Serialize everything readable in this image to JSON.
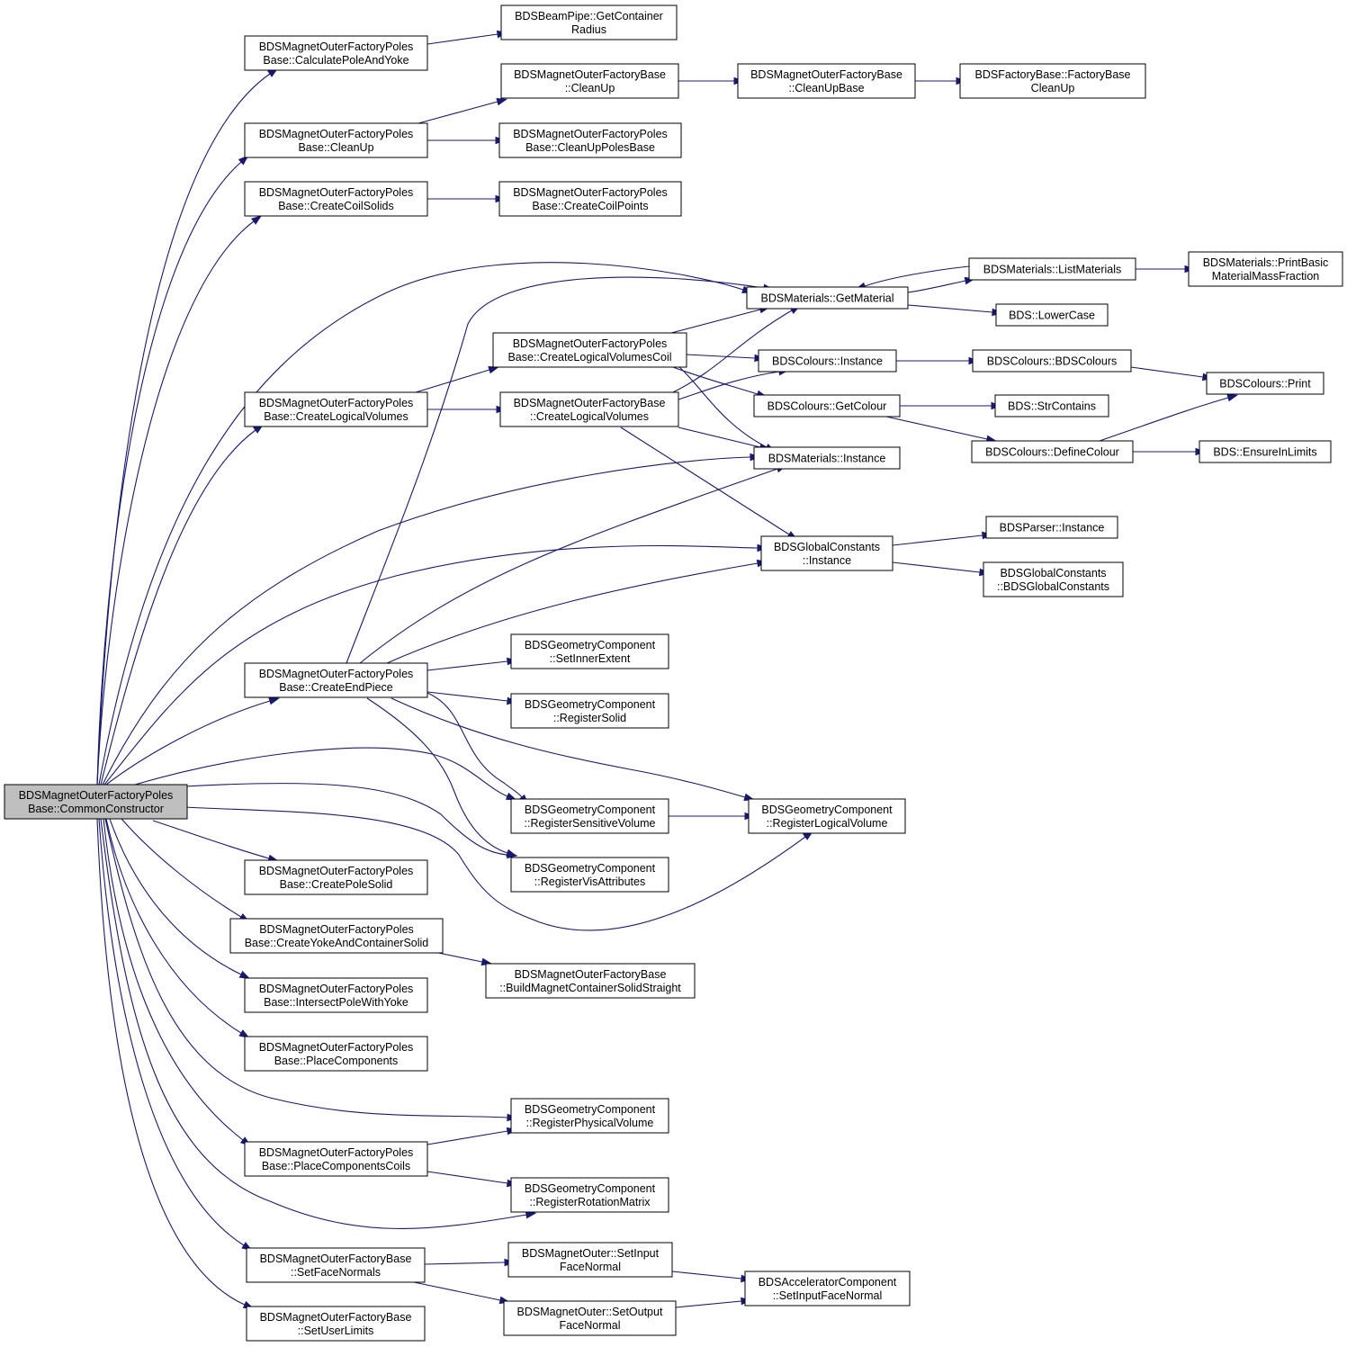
{
  "graph": {
    "edge_color": "#191970",
    "root_fill": "#bfbfbf",
    "nodes": [
      {
        "id": "root",
        "lines": [
          "BDSMagnetOuterFactoryPoles",
          "Base::CommonConstructor"
        ],
        "root": true
      },
      {
        "id": "calcPole",
        "lines": [
          "BDSMagnetOuterFactoryPoles",
          "Base::CalculatePoleAndYoke"
        ]
      },
      {
        "id": "bpGet",
        "lines": [
          "BDSBeamPipe::GetContainer",
          "Radius"
        ]
      },
      {
        "id": "pCleanUp",
        "lines": [
          "BDSMagnetOuterFactoryPoles",
          "Base::CleanUp"
        ]
      },
      {
        "id": "bCleanUp",
        "lines": [
          "BDSMagnetOuterFactoryBase",
          "::CleanUp"
        ]
      },
      {
        "id": "bCleanUpBase",
        "lines": [
          "BDSMagnetOuterFactoryBase",
          "::CleanUpBase"
        ]
      },
      {
        "id": "fbCleanUp",
        "lines": [
          "BDSFactoryBase::FactoryBase",
          "CleanUp"
        ]
      },
      {
        "id": "cleanPoles",
        "lines": [
          "BDSMagnetOuterFactoryPoles",
          "Base::CleanUpPolesBase"
        ]
      },
      {
        "id": "coilSolids",
        "lines": [
          "BDSMagnetOuterFactoryPoles",
          "Base::CreateCoilSolids"
        ]
      },
      {
        "id": "coilPoints",
        "lines": [
          "BDSMagnetOuterFactoryPoles",
          "Base::CreateCoilPoints"
        ]
      },
      {
        "id": "listMat",
        "lines": [
          "BDSMaterials::ListMaterials"
        ]
      },
      {
        "id": "printBasic",
        "lines": [
          "BDSMaterials::PrintBasic",
          "MaterialMassFraction"
        ]
      },
      {
        "id": "getMat",
        "lines": [
          "BDSMaterials::GetMaterial"
        ]
      },
      {
        "id": "lowerCase",
        "lines": [
          "BDS::LowerCase"
        ]
      },
      {
        "id": "lvCoil",
        "lines": [
          "BDSMagnetOuterFactoryPoles",
          "Base::CreateLogicalVolumesCoil"
        ]
      },
      {
        "id": "colInst",
        "lines": [
          "BDSColours::Instance"
        ]
      },
      {
        "id": "bdsColours",
        "lines": [
          "BDSColours::BDSColours"
        ]
      },
      {
        "id": "colPrint",
        "lines": [
          "BDSColours::Print"
        ]
      },
      {
        "id": "pLV",
        "lines": [
          "BDSMagnetOuterFactoryPoles",
          "Base::CreateLogicalVolumes"
        ]
      },
      {
        "id": "bLV",
        "lines": [
          "BDSMagnetOuterFactoryBase",
          "::CreateLogicalVolumes"
        ]
      },
      {
        "id": "getColour",
        "lines": [
          "BDSColours::GetColour"
        ]
      },
      {
        "id": "strContains",
        "lines": [
          "BDS::StrContains"
        ]
      },
      {
        "id": "matInst",
        "lines": [
          "BDSMaterials::Instance"
        ]
      },
      {
        "id": "defColour",
        "lines": [
          "BDSColours::DefineColour"
        ]
      },
      {
        "id": "ensure",
        "lines": [
          "BDS::EnsureInLimits"
        ]
      },
      {
        "id": "parserInst",
        "lines": [
          "BDSParser::Instance"
        ]
      },
      {
        "id": "gcInst",
        "lines": [
          "BDSGlobalConstants",
          "::Instance"
        ]
      },
      {
        "id": "gcCtor",
        "lines": [
          "BDSGlobalConstants",
          "::BDSGlobalConstants"
        ]
      },
      {
        "id": "setInner",
        "lines": [
          "BDSGeometryComponent",
          "::SetInnerExtent"
        ]
      },
      {
        "id": "endPiece",
        "lines": [
          "BDSMagnetOuterFactoryPoles",
          "Base::CreateEndPiece"
        ]
      },
      {
        "id": "regSolid",
        "lines": [
          "BDSGeometryComponent",
          "::RegisterSolid"
        ]
      },
      {
        "id": "regSens",
        "lines": [
          "BDSGeometryComponent",
          "::RegisterSensitiveVolume"
        ]
      },
      {
        "id": "regLog",
        "lines": [
          "BDSGeometryComponent",
          "::RegisterLogicalVolume"
        ]
      },
      {
        "id": "poleSolid",
        "lines": [
          "BDSMagnetOuterFactoryPoles",
          "Base::CreatePoleSolid"
        ]
      },
      {
        "id": "regVis",
        "lines": [
          "BDSGeometryComponent",
          "::RegisterVisAttributes"
        ]
      },
      {
        "id": "yokeCont",
        "lines": [
          "BDSMagnetOuterFactoryPoles",
          "Base::CreateYokeAndContainerSolid"
        ]
      },
      {
        "id": "buildCont",
        "lines": [
          "BDSMagnetOuterFactoryBase",
          "::BuildMagnetContainerSolidStraight"
        ]
      },
      {
        "id": "intersect",
        "lines": [
          "BDSMagnetOuterFactoryPoles",
          "Base::IntersectPoleWithYoke"
        ]
      },
      {
        "id": "placeComp",
        "lines": [
          "BDSMagnetOuterFactoryPoles",
          "Base::PlaceComponents"
        ]
      },
      {
        "id": "regPhys",
        "lines": [
          "BDSGeometryComponent",
          "::RegisterPhysicalVolume"
        ]
      },
      {
        "id": "placeCoils",
        "lines": [
          "BDSMagnetOuterFactoryPoles",
          "Base::PlaceComponentsCoils"
        ]
      },
      {
        "id": "regRot",
        "lines": [
          "BDSGeometryComponent",
          "::RegisterRotationMatrix"
        ]
      },
      {
        "id": "setInputFN",
        "lines": [
          "BDSMagnetOuter::SetInput",
          "FaceNormal"
        ]
      },
      {
        "id": "faceNormals",
        "lines": [
          "BDSMagnetOuterFactoryBase",
          "::SetFaceNormals"
        ]
      },
      {
        "id": "accSetInput",
        "lines": [
          "BDSAcceleratorComponent",
          "::SetInputFaceNormal"
        ]
      },
      {
        "id": "setOutputFN",
        "lines": [
          "BDSMagnetOuter::SetOutput",
          "FaceNormal"
        ]
      },
      {
        "id": "userLimits",
        "lines": [
          "BDSMagnetOuterFactoryBase",
          "::SetUserLimits"
        ]
      }
    ],
    "edges": [
      [
        "root",
        "calcPole"
      ],
      [
        "root",
        "pCleanUp"
      ],
      [
        "root",
        "coilSolids"
      ],
      [
        "root",
        "getMat"
      ],
      [
        "root",
        "pLV"
      ],
      [
        "root",
        "matInst"
      ],
      [
        "root",
        "gcInst"
      ],
      [
        "root",
        "endPiece"
      ],
      [
        "root",
        "regSens"
      ],
      [
        "root",
        "regVis"
      ],
      [
        "root",
        "regLog"
      ],
      [
        "root",
        "poleSolid"
      ],
      [
        "root",
        "yokeCont"
      ],
      [
        "root",
        "intersect"
      ],
      [
        "root",
        "placeComp"
      ],
      [
        "root",
        "regPhys"
      ],
      [
        "root",
        "placeCoils"
      ],
      [
        "root",
        "regRot"
      ],
      [
        "root",
        "faceNormals"
      ],
      [
        "root",
        "userLimits"
      ],
      [
        "calcPole",
        "bpGet"
      ],
      [
        "pCleanUp",
        "bCleanUp"
      ],
      [
        "pCleanUp",
        "cleanPoles"
      ],
      [
        "bCleanUp",
        "bCleanUpBase"
      ],
      [
        "bCleanUpBase",
        "fbCleanUp"
      ],
      [
        "coilSolids",
        "coilPoints"
      ],
      [
        "getMat",
        "listMat"
      ],
      [
        "getMat",
        "lowerCase"
      ],
      [
        "listMat",
        "getMat"
      ],
      [
        "listMat",
        "printBasic"
      ],
      [
        "pLV",
        "lvCoil"
      ],
      [
        "pLV",
        "bLV"
      ],
      [
        "lvCoil",
        "getMat"
      ],
      [
        "lvCoil",
        "colInst"
      ],
      [
        "lvCoil",
        "getColour"
      ],
      [
        "lvCoil",
        "matInst"
      ],
      [
        "bLV",
        "getMat"
      ],
      [
        "bLV",
        "colInst"
      ],
      [
        "bLV",
        "matInst"
      ],
      [
        "bLV",
        "gcInst"
      ],
      [
        "colInst",
        "bdsColours"
      ],
      [
        "bdsColours",
        "colPrint"
      ],
      [
        "getColour",
        "strContains"
      ],
      [
        "getColour",
        "defColour"
      ],
      [
        "defColour",
        "colPrint"
      ],
      [
        "defColour",
        "ensure"
      ],
      [
        "gcInst",
        "parserInst"
      ],
      [
        "gcInst",
        "gcCtor"
      ],
      [
        "endPiece",
        "getMat"
      ],
      [
        "endPiece",
        "matInst"
      ],
      [
        "endPiece",
        "gcInst"
      ],
      [
        "endPiece",
        "setInner"
      ],
      [
        "endPiece",
        "regSolid"
      ],
      [
        "endPiece",
        "regSens"
      ],
      [
        "endPiece",
        "regVis"
      ],
      [
        "endPiece",
        "regLog"
      ],
      [
        "regSens",
        "regLog"
      ],
      [
        "yokeCont",
        "buildCont"
      ],
      [
        "placeCoils",
        "regPhys"
      ],
      [
        "placeCoils",
        "regRot"
      ],
      [
        "faceNormals",
        "setInputFN"
      ],
      [
        "faceNormals",
        "setOutputFN"
      ],
      [
        "setInputFN",
        "accSetInput"
      ],
      [
        "setOutputFN",
        "accSetInput"
      ]
    ]
  }
}
